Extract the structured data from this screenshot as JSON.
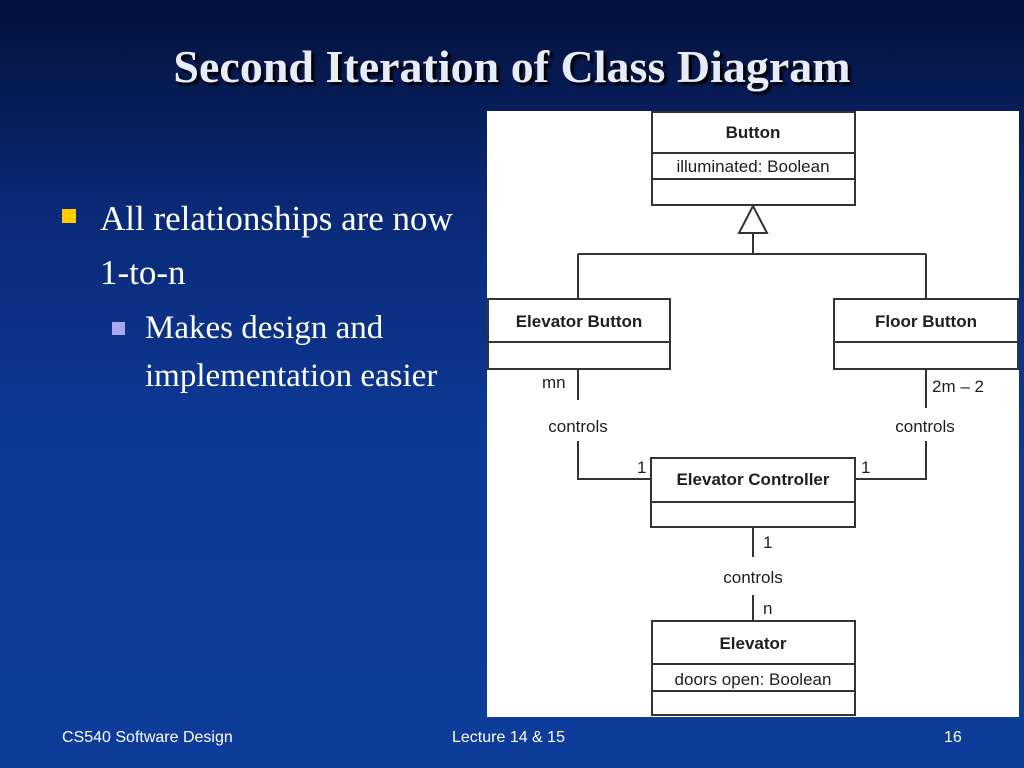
{
  "slide": {
    "title": "Second Iteration of Class Diagram",
    "bullets": [
      {
        "text": "All relationships are now 1-to-n",
        "sub": [
          "Makes design and implementation easier"
        ]
      }
    ]
  },
  "diagram": {
    "classes": {
      "button": {
        "name": "Button",
        "attribute": "illuminated: Boolean"
      },
      "elevator_button": {
        "name": "Elevator Button"
      },
      "floor_button": {
        "name": "Floor Button"
      },
      "elevator_controller": {
        "name": "Elevator Controller"
      },
      "elevator": {
        "name": "Elevator",
        "attribute": "doors open: Boolean"
      }
    },
    "associations": {
      "elevator_button_controller": {
        "label": "controls",
        "end_button": "mn",
        "end_controller": "1"
      },
      "floor_button_controller": {
        "label": "controls",
        "end_button": "2m – 2",
        "end_controller": "1"
      },
      "controller_elevator": {
        "label": "controls",
        "end_controller": "1",
        "end_elevator": "n"
      }
    }
  },
  "footer": {
    "course": "CS540 Software Design",
    "lecture": "Lecture 14 & 15",
    "page": "16"
  },
  "colors": {
    "background": "#0d3a98",
    "bullet_marker": "#ffcc00",
    "sub_bullet_marker": "#a8a8f0",
    "diagram_background": "#ffffff"
  }
}
